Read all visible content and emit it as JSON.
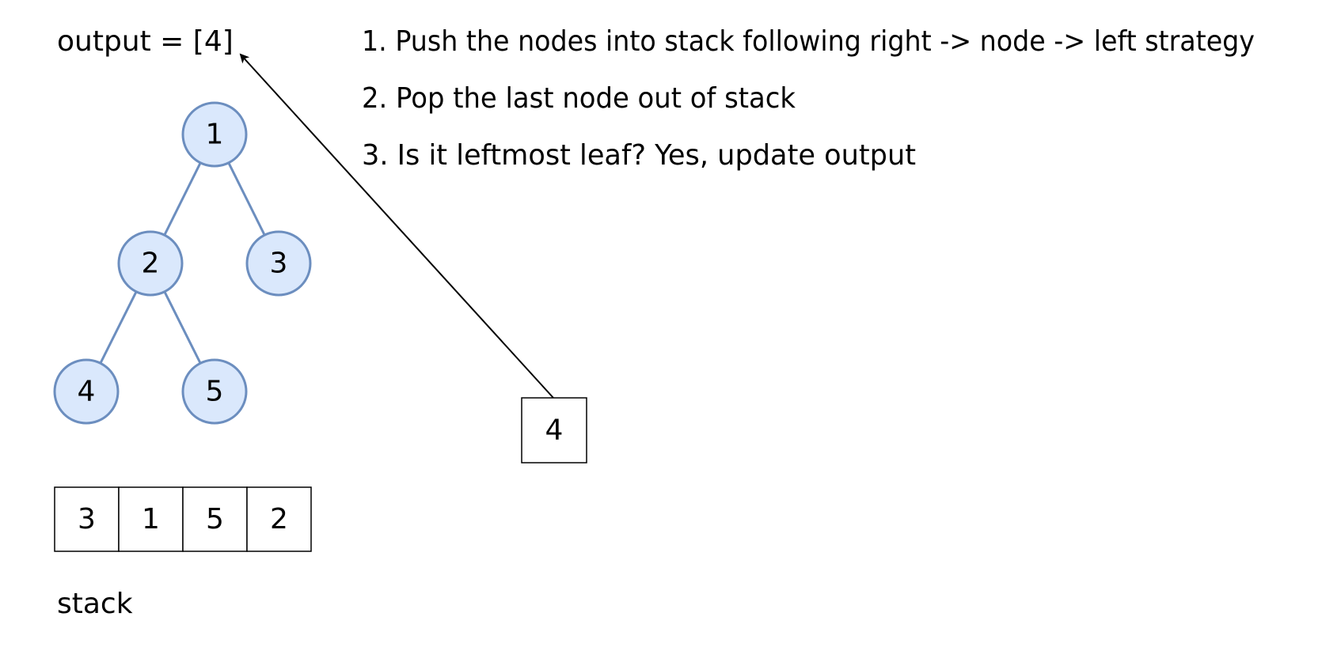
{
  "output_label": "output = [4]",
  "steps": [
    "1. Push the nodes into stack following right -> node -> left strategy",
    "2. Pop the last node out of stack",
    "3. Is it leftmost leaf? Yes, update output"
  ],
  "tree": {
    "nodes": [
      "1",
      "2",
      "3",
      "4",
      "5"
    ],
    "edges": [
      [
        "1",
        "2"
      ],
      [
        "1",
        "3"
      ],
      [
        "2",
        "4"
      ],
      [
        "2",
        "5"
      ]
    ]
  },
  "stack": {
    "cells": [
      "3",
      "1",
      "5",
      "2"
    ],
    "label": "stack"
  },
  "popped_node": "4",
  "colors": {
    "node_fill": "#dae8fc",
    "node_stroke": "#6c8ebf",
    "edge": "#6c8ebf",
    "arrow": "#000000"
  }
}
